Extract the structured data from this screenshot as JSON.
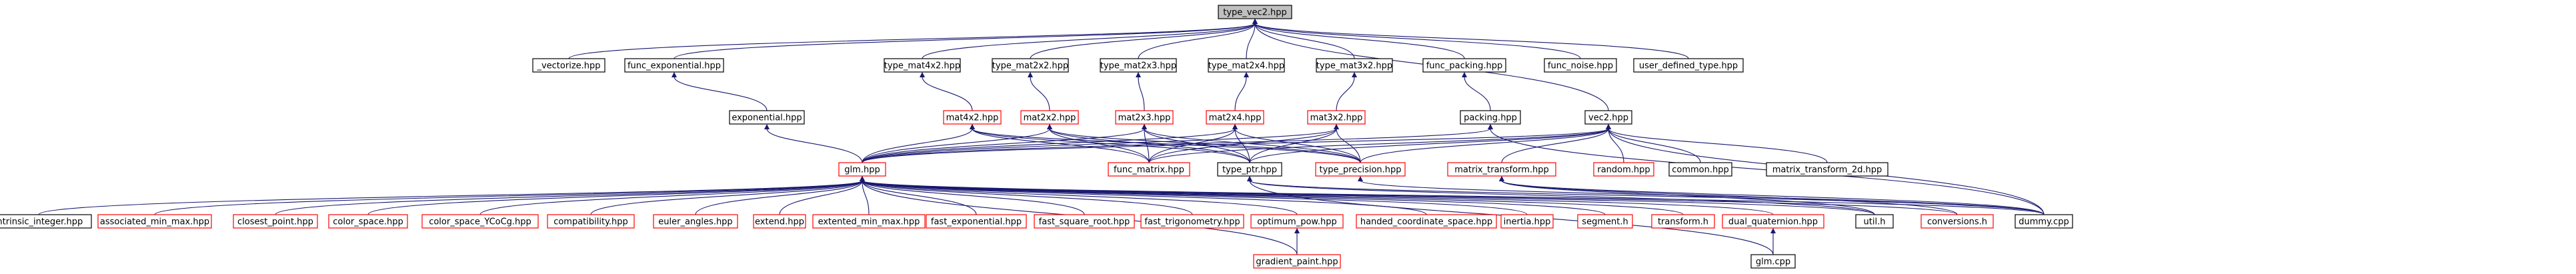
{
  "title": "type_vec2.hpp",
  "colors": {
    "root_fill": "#bfbfbf",
    "normal_border": "#000000",
    "linked_border": "#ff0000",
    "edge_dark": "#191970",
    "edge_mid": "#404040"
  },
  "nodes": [
    {
      "id": "root",
      "label": "type_vec2.hpp",
      "style": "root"
    },
    {
      "id": "vectorize",
      "label": "_vectorize.hpp",
      "style": "normal"
    },
    {
      "id": "func_exponential",
      "label": "func_exponential.hpp",
      "style": "normal"
    },
    {
      "id": "type_mat4x2",
      "label": "type_mat4x2.hpp",
      "style": "normal"
    },
    {
      "id": "type_mat2x2",
      "label": "type_mat2x2.hpp",
      "style": "normal"
    },
    {
      "id": "type_mat2x3",
      "label": "type_mat2x3.hpp",
      "style": "normal"
    },
    {
      "id": "type_mat2x4",
      "label": "type_mat2x4.hpp",
      "style": "normal"
    },
    {
      "id": "type_mat3x2",
      "label": "type_mat3x2.hpp",
      "style": "normal"
    },
    {
      "id": "func_packing",
      "label": "func_packing.hpp",
      "style": "normal"
    },
    {
      "id": "func_noise",
      "label": "func_noise.hpp",
      "style": "normal"
    },
    {
      "id": "user_defined_type",
      "label": "user_defined_type.hpp",
      "style": "normal"
    },
    {
      "id": "exponential",
      "label": "exponential.hpp",
      "style": "normal"
    },
    {
      "id": "mat4x2",
      "label": "mat4x2.hpp",
      "style": "linked"
    },
    {
      "id": "mat2x2",
      "label": "mat2x2.hpp",
      "style": "linked"
    },
    {
      "id": "mat2x3",
      "label": "mat2x3.hpp",
      "style": "linked"
    },
    {
      "id": "mat2x4",
      "label": "mat2x4.hpp",
      "style": "linked"
    },
    {
      "id": "mat3x2",
      "label": "mat3x2.hpp",
      "style": "linked"
    },
    {
      "id": "packing",
      "label": "packing.hpp",
      "style": "normal"
    },
    {
      "id": "vec2",
      "label": "vec2.hpp",
      "style": "normal"
    },
    {
      "id": "glm",
      "label": "glm.hpp",
      "style": "linked"
    },
    {
      "id": "func_matrix",
      "label": "func_matrix.hpp",
      "style": "linked"
    },
    {
      "id": "type_ptr",
      "label": "type_ptr.hpp",
      "style": "normal"
    },
    {
      "id": "type_precision",
      "label": "type_precision.hpp",
      "style": "linked"
    },
    {
      "id": "matrix_transform",
      "label": "matrix_transform.hpp",
      "style": "linked"
    },
    {
      "id": "random",
      "label": "random.hpp",
      "style": "linked"
    },
    {
      "id": "common",
      "label": "common.hpp",
      "style": "normal"
    },
    {
      "id": "matrix_transform_2d",
      "label": "matrix_transform_2d.hpp",
      "style": "normal"
    },
    {
      "id": "intrinsic_integer",
      "label": "intrinsic_integer.hpp",
      "style": "normal"
    },
    {
      "id": "associated_min_max",
      "label": "associated_min_max.hpp",
      "style": "linked"
    },
    {
      "id": "closest_point",
      "label": "closest_point.hpp",
      "style": "linked"
    },
    {
      "id": "color_space",
      "label": "color_space.hpp",
      "style": "linked"
    },
    {
      "id": "color_space_YCoCg",
      "label": "color_space_YCoCg.hpp",
      "style": "linked"
    },
    {
      "id": "compatibility",
      "label": "compatibility.hpp",
      "style": "linked"
    },
    {
      "id": "euler_angles",
      "label": "euler_angles.hpp",
      "style": "linked"
    },
    {
      "id": "extend",
      "label": "extend.hpp",
      "style": "linked"
    },
    {
      "id": "extented_min_max",
      "label": "extented_min_max.hpp",
      "style": "linked"
    },
    {
      "id": "fast_exponential",
      "label": "fast_exponential.hpp",
      "style": "linked"
    },
    {
      "id": "fast_square_root",
      "label": "fast_square_root.hpp",
      "style": "linked"
    },
    {
      "id": "fast_trigonometry",
      "label": "fast_trigonometry.hpp",
      "style": "linked"
    },
    {
      "id": "optimum_pow",
      "label": "optimum_pow.hpp",
      "style": "linked"
    },
    {
      "id": "handed_coordinate_space",
      "label": "handed_coordinate_space.hpp",
      "style": "linked"
    },
    {
      "id": "inertia",
      "label": "inertia.hpp",
      "style": "linked"
    },
    {
      "id": "segment",
      "label": "segment.h",
      "style": "linked"
    },
    {
      "id": "transform",
      "label": "transform.h",
      "style": "linked"
    },
    {
      "id": "dual_quaternion",
      "label": "dual_quaternion.hpp",
      "style": "linked"
    },
    {
      "id": "util",
      "label": "util.h",
      "style": "normal"
    },
    {
      "id": "conversions",
      "label": "conversions.h",
      "style": "linked"
    },
    {
      "id": "dummy",
      "label": "dummy.cpp",
      "style": "normal"
    },
    {
      "id": "gradient_paint",
      "label": "gradient_paint.hpp",
      "style": "linked"
    },
    {
      "id": "glm_cpp",
      "label": "glm.cpp",
      "style": "normal"
    }
  ],
  "edges": [
    [
      "root",
      "vectorize"
    ],
    [
      "root",
      "func_exponential"
    ],
    [
      "root",
      "type_mat4x2"
    ],
    [
      "root",
      "type_mat2x2"
    ],
    [
      "root",
      "type_mat2x3"
    ],
    [
      "root",
      "type_mat2x4"
    ],
    [
      "root",
      "type_mat3x2"
    ],
    [
      "root",
      "func_packing"
    ],
    [
      "root",
      "func_noise"
    ],
    [
      "root",
      "user_defined_type"
    ],
    [
      "root",
      "vec2"
    ],
    [
      "func_exponential",
      "exponential"
    ],
    [
      "type_mat4x2",
      "mat4x2"
    ],
    [
      "type_mat2x2",
      "mat2x2"
    ],
    [
      "type_mat2x3",
      "mat2x3"
    ],
    [
      "type_mat2x4",
      "mat2x4"
    ],
    [
      "type_mat3x2",
      "mat3x2"
    ],
    [
      "func_packing",
      "packing"
    ],
    [
      "exponential",
      "glm"
    ],
    [
      "mat4x2",
      "glm"
    ],
    [
      "mat4x2",
      "func_matrix"
    ],
    [
      "mat4x2",
      "type_ptr"
    ],
    [
      "mat4x2",
      "type_precision"
    ],
    [
      "mat2x2",
      "glm"
    ],
    [
      "mat2x2",
      "func_matrix"
    ],
    [
      "mat2x2",
      "type_ptr"
    ],
    [
      "mat2x2",
      "type_precision"
    ],
    [
      "mat2x3",
      "glm"
    ],
    [
      "mat2x3",
      "func_matrix"
    ],
    [
      "mat2x3",
      "type_ptr"
    ],
    [
      "mat2x3",
      "type_precision"
    ],
    [
      "mat2x4",
      "glm"
    ],
    [
      "mat2x4",
      "func_matrix"
    ],
    [
      "mat2x4",
      "type_ptr"
    ],
    [
      "mat2x4",
      "type_precision"
    ],
    [
      "mat3x2",
      "glm"
    ],
    [
      "mat3x2",
      "func_matrix"
    ],
    [
      "mat3x2",
      "type_ptr"
    ],
    [
      "mat3x2",
      "type_precision"
    ],
    [
      "packing",
      "glm"
    ],
    [
      "packing",
      "dummy"
    ],
    [
      "vec2",
      "glm"
    ],
    [
      "vec2",
      "func_matrix"
    ],
    [
      "vec2",
      "type_ptr"
    ],
    [
      "vec2",
      "type_precision"
    ],
    [
      "vec2",
      "matrix_transform"
    ],
    [
      "vec2",
      "random"
    ],
    [
      "vec2",
      "common"
    ],
    [
      "vec2",
      "matrix_transform_2d"
    ],
    [
      "vec2",
      "dummy"
    ],
    [
      "glm",
      "intrinsic_integer"
    ],
    [
      "glm",
      "associated_min_max"
    ],
    [
      "glm",
      "closest_point"
    ],
    [
      "glm",
      "color_space"
    ],
    [
      "glm",
      "color_space_YCoCg"
    ],
    [
      "glm",
      "compatibility"
    ],
    [
      "glm",
      "euler_angles"
    ],
    [
      "glm",
      "extend"
    ],
    [
      "glm",
      "extented_min_max"
    ],
    [
      "glm",
      "fast_exponential"
    ],
    [
      "glm",
      "fast_square_root"
    ],
    [
      "glm",
      "fast_trigonometry"
    ],
    [
      "glm",
      "optimum_pow"
    ],
    [
      "glm",
      "gradient_paint"
    ],
    [
      "glm",
      "handed_coordinate_space"
    ],
    [
      "glm",
      "inertia"
    ],
    [
      "glm",
      "segment"
    ],
    [
      "glm",
      "transform"
    ],
    [
      "glm",
      "dual_quaternion"
    ],
    [
      "glm",
      "util"
    ],
    [
      "glm",
      "conversions"
    ],
    [
      "glm",
      "dummy"
    ],
    [
      "optimum_pow",
      "gradient_paint"
    ],
    [
      "dual_quaternion",
      "glm_cpp"
    ],
    [
      "type_ptr",
      "util"
    ],
    [
      "type_ptr",
      "dummy"
    ],
    [
      "type_ptr",
      "glm_cpp"
    ],
    [
      "type_precision",
      "dummy"
    ],
    [
      "matrix_transform",
      "util"
    ],
    [
      "matrix_transform",
      "conversions"
    ],
    [
      "matrix_transform",
      "dummy"
    ]
  ]
}
